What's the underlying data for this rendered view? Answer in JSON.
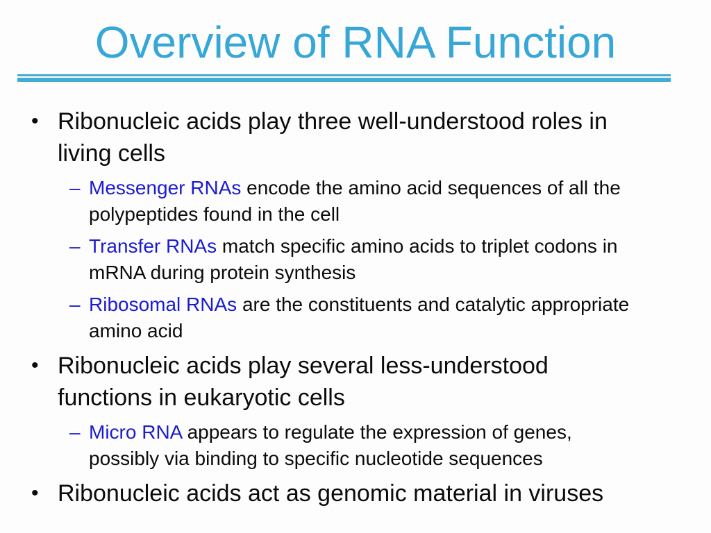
{
  "slide": {
    "title": "Overview of RNA Function",
    "colors": {
      "background": "#fdfdfd",
      "title": "#36a7d6",
      "rule": "#44abd1",
      "keyword": "#1b1bd0",
      "body": "#0b0b0b"
    },
    "markers": {
      "level1": "•",
      "level2": "–"
    },
    "bullets": [
      {
        "level": 1,
        "lead": "",
        "text": "Ribonucleic acids play three well-understood roles in living cells"
      },
      {
        "level": 2,
        "lead": "Messenger RNAs",
        "text": " encode the amino acid sequences of all the polypeptides found in the cell"
      },
      {
        "level": 2,
        "lead": "Transfer RNAs",
        "text": " match specific amino acids to triplet codons in mRNA during protein synthesis"
      },
      {
        "level": 2,
        "lead": "Ribosomal RNAs",
        "text": " are the constituents and catalytic appropriate amino acid"
      },
      {
        "level": 1,
        "lead": "",
        "text": "Ribonucleic acids play several less-understood functions in eukaryotic cells"
      },
      {
        "level": 2,
        "lead": "Micro RNA",
        "text": " appears to regulate the expression of genes, possibly via binding to specific nucleotide sequences"
      },
      {
        "level": 1,
        "lead": "",
        "text": "Ribonucleic acids act as genomic material in viruses"
      }
    ]
  }
}
